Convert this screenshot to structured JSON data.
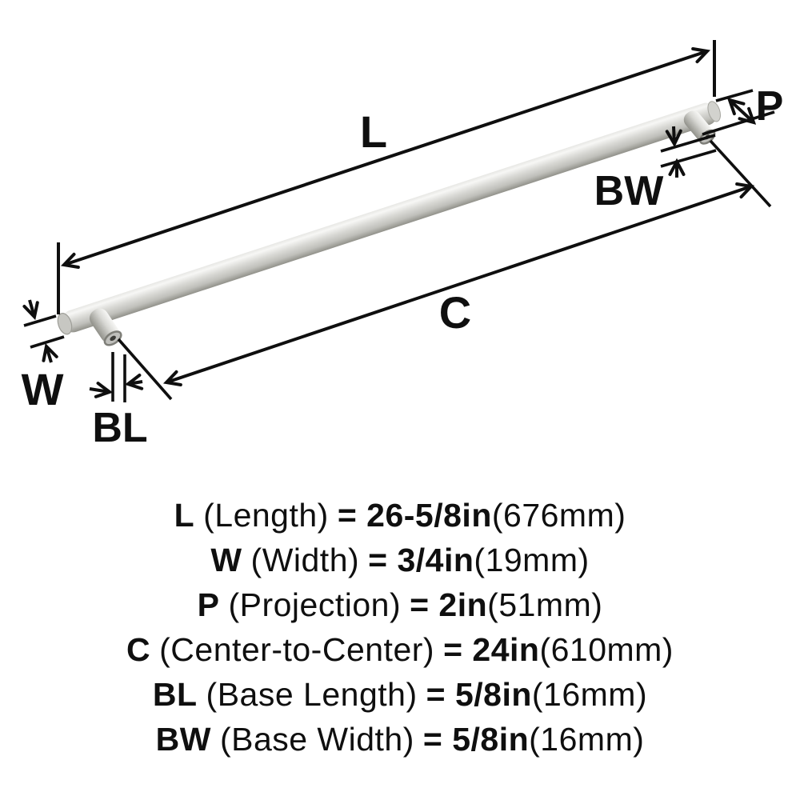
{
  "diagram": {
    "labels": {
      "L": "L",
      "W": "W",
      "P": "P",
      "C": "C",
      "BL": "BL",
      "BW": "BW"
    },
    "colors": {
      "line": "#0f0f0f",
      "background": "#ffffff",
      "metal_highlight": "#f7f7f5",
      "metal_light": "#e7e7e4",
      "metal_mid": "#d9d9d5",
      "metal_dark": "#c0c0bb",
      "metal_shadow": "#91918a"
    }
  },
  "specs": [
    {
      "label": "L",
      "desc": "(Length)",
      "value": "= 26-5/8in",
      "metric": "(676mm)"
    },
    {
      "label": "W",
      "desc": "(Width)",
      "value": "= 3/4in",
      "metric": "(19mm)"
    },
    {
      "label": "P",
      "desc": "(Projection)",
      "value": "= 2in",
      "metric": "(51mm)"
    },
    {
      "label": "C",
      "desc": "(Center-to-Center)",
      "value": "= 24in",
      "metric": "(610mm)"
    },
    {
      "label": "BL",
      "desc": "(Base Length)",
      "value": "= 5/8in",
      "metric": "(16mm)"
    },
    {
      "label": "BW",
      "desc": "(Base Width)",
      "value": "= 5/8in",
      "metric": "(16mm)"
    }
  ]
}
